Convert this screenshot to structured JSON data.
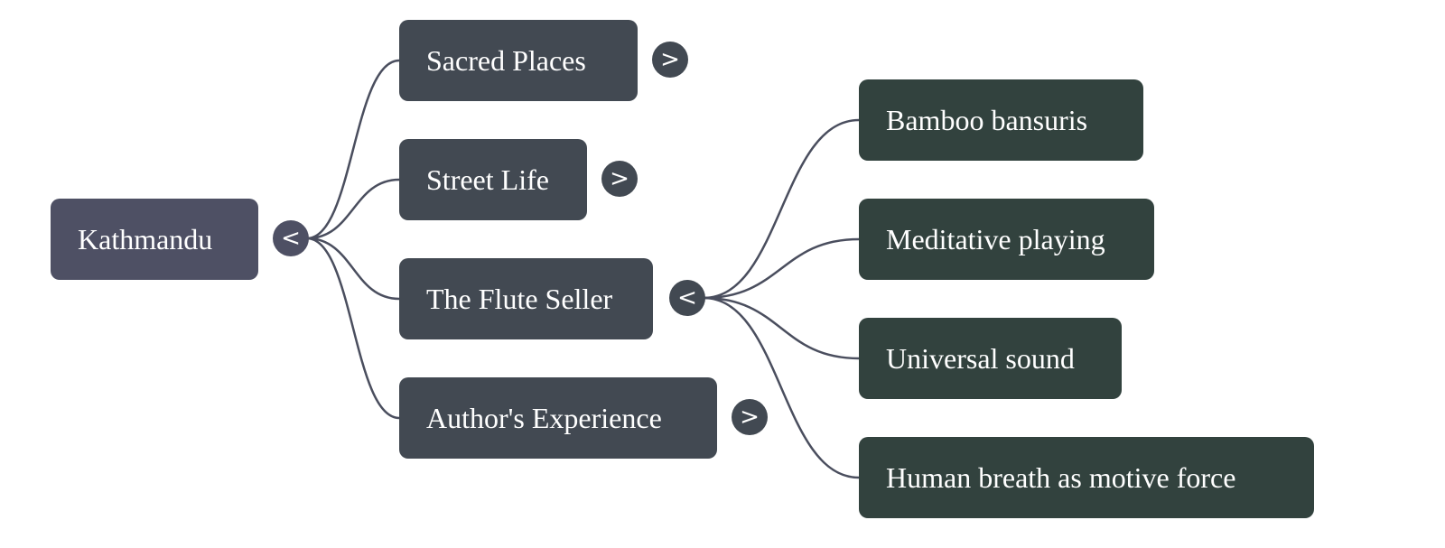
{
  "colors": {
    "root_fill": "#4e5064",
    "level1_fill": "#424952",
    "level2_fill": "#32423e",
    "link_stroke": "#4a4e5e",
    "text": "#ffffff"
  },
  "root": {
    "label": "Kathmandu",
    "toggle": "<",
    "expanded": true,
    "children": [
      {
        "label": "Sacred Places",
        "toggle": ">",
        "expanded": false
      },
      {
        "label": "Street Life",
        "toggle": ">",
        "expanded": false
      },
      {
        "label": "The Flute Seller",
        "toggle": "<",
        "expanded": true,
        "children": [
          {
            "label": "Bamboo bansuris"
          },
          {
            "label": "Meditative playing"
          },
          {
            "label": "Universal sound"
          },
          {
            "label": "Human breath as motive force"
          }
        ]
      },
      {
        "label": "Author's Experience",
        "toggle": ">",
        "expanded": false
      }
    ]
  }
}
